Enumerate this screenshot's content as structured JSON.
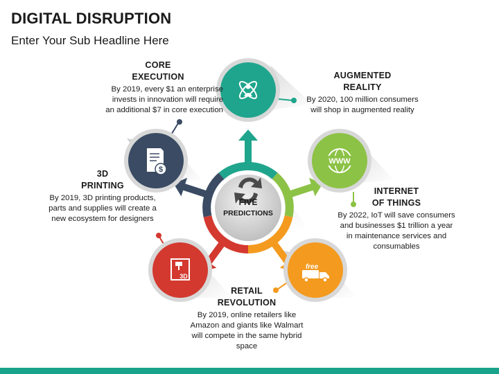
{
  "header": {
    "title": "DIGITAL DISRUPTION",
    "subtitle": "Enter Your Sub Headline Here"
  },
  "center": {
    "line1": "FIVE",
    "line2": "PREDICTIONS"
  },
  "colors": {
    "teal": "#1fa58d",
    "green": "#8cc245",
    "orange": "#f39a1f",
    "red": "#d3392f",
    "navy": "#3a4b63",
    "gray": "#8a8a8a"
  },
  "predictions": {
    "core": {
      "title1": "CORE",
      "title2": "EXECUTION",
      "text1": "By 2019, every $1 an enterprise",
      "text2": "invests in innovation will require",
      "text3": "an additional $7 in core execution",
      "icon": "atom-person-icon"
    },
    "ar": {
      "title1": "AUGMENTED",
      "title2": "REALITY",
      "text1": "By 2020, 100 million consumers",
      "text2": "will shop in augmented reality",
      "icon": "globe-www-icon"
    },
    "iot": {
      "title1": "INTERNET",
      "title2": "OF THINGS",
      "text1": "By 2022, IoT will save consumers",
      "text2": "and businesses $1 trillion a year",
      "text3": "in maintenance services and",
      "text4": "consumables",
      "icon": "delivery-truck-icon",
      "icon_text": "free"
    },
    "retail": {
      "title1": "RETAIL",
      "title2": "REVOLUTION",
      "text1": "By 2019, online retailers like",
      "text2": "Amazon and giants like Walmart",
      "text3": "will compete in the same hybrid",
      "text4": "space",
      "icon": "3d-printer-icon",
      "icon_text": "3D"
    },
    "printing": {
      "title1": "3D",
      "title2": "PRINTING",
      "text1": "By 2019, 3D printing products,",
      "text2": "parts and supplies will create a",
      "text3": "new ecosystem for designers",
      "icon": "document-dollar-icon"
    }
  }
}
